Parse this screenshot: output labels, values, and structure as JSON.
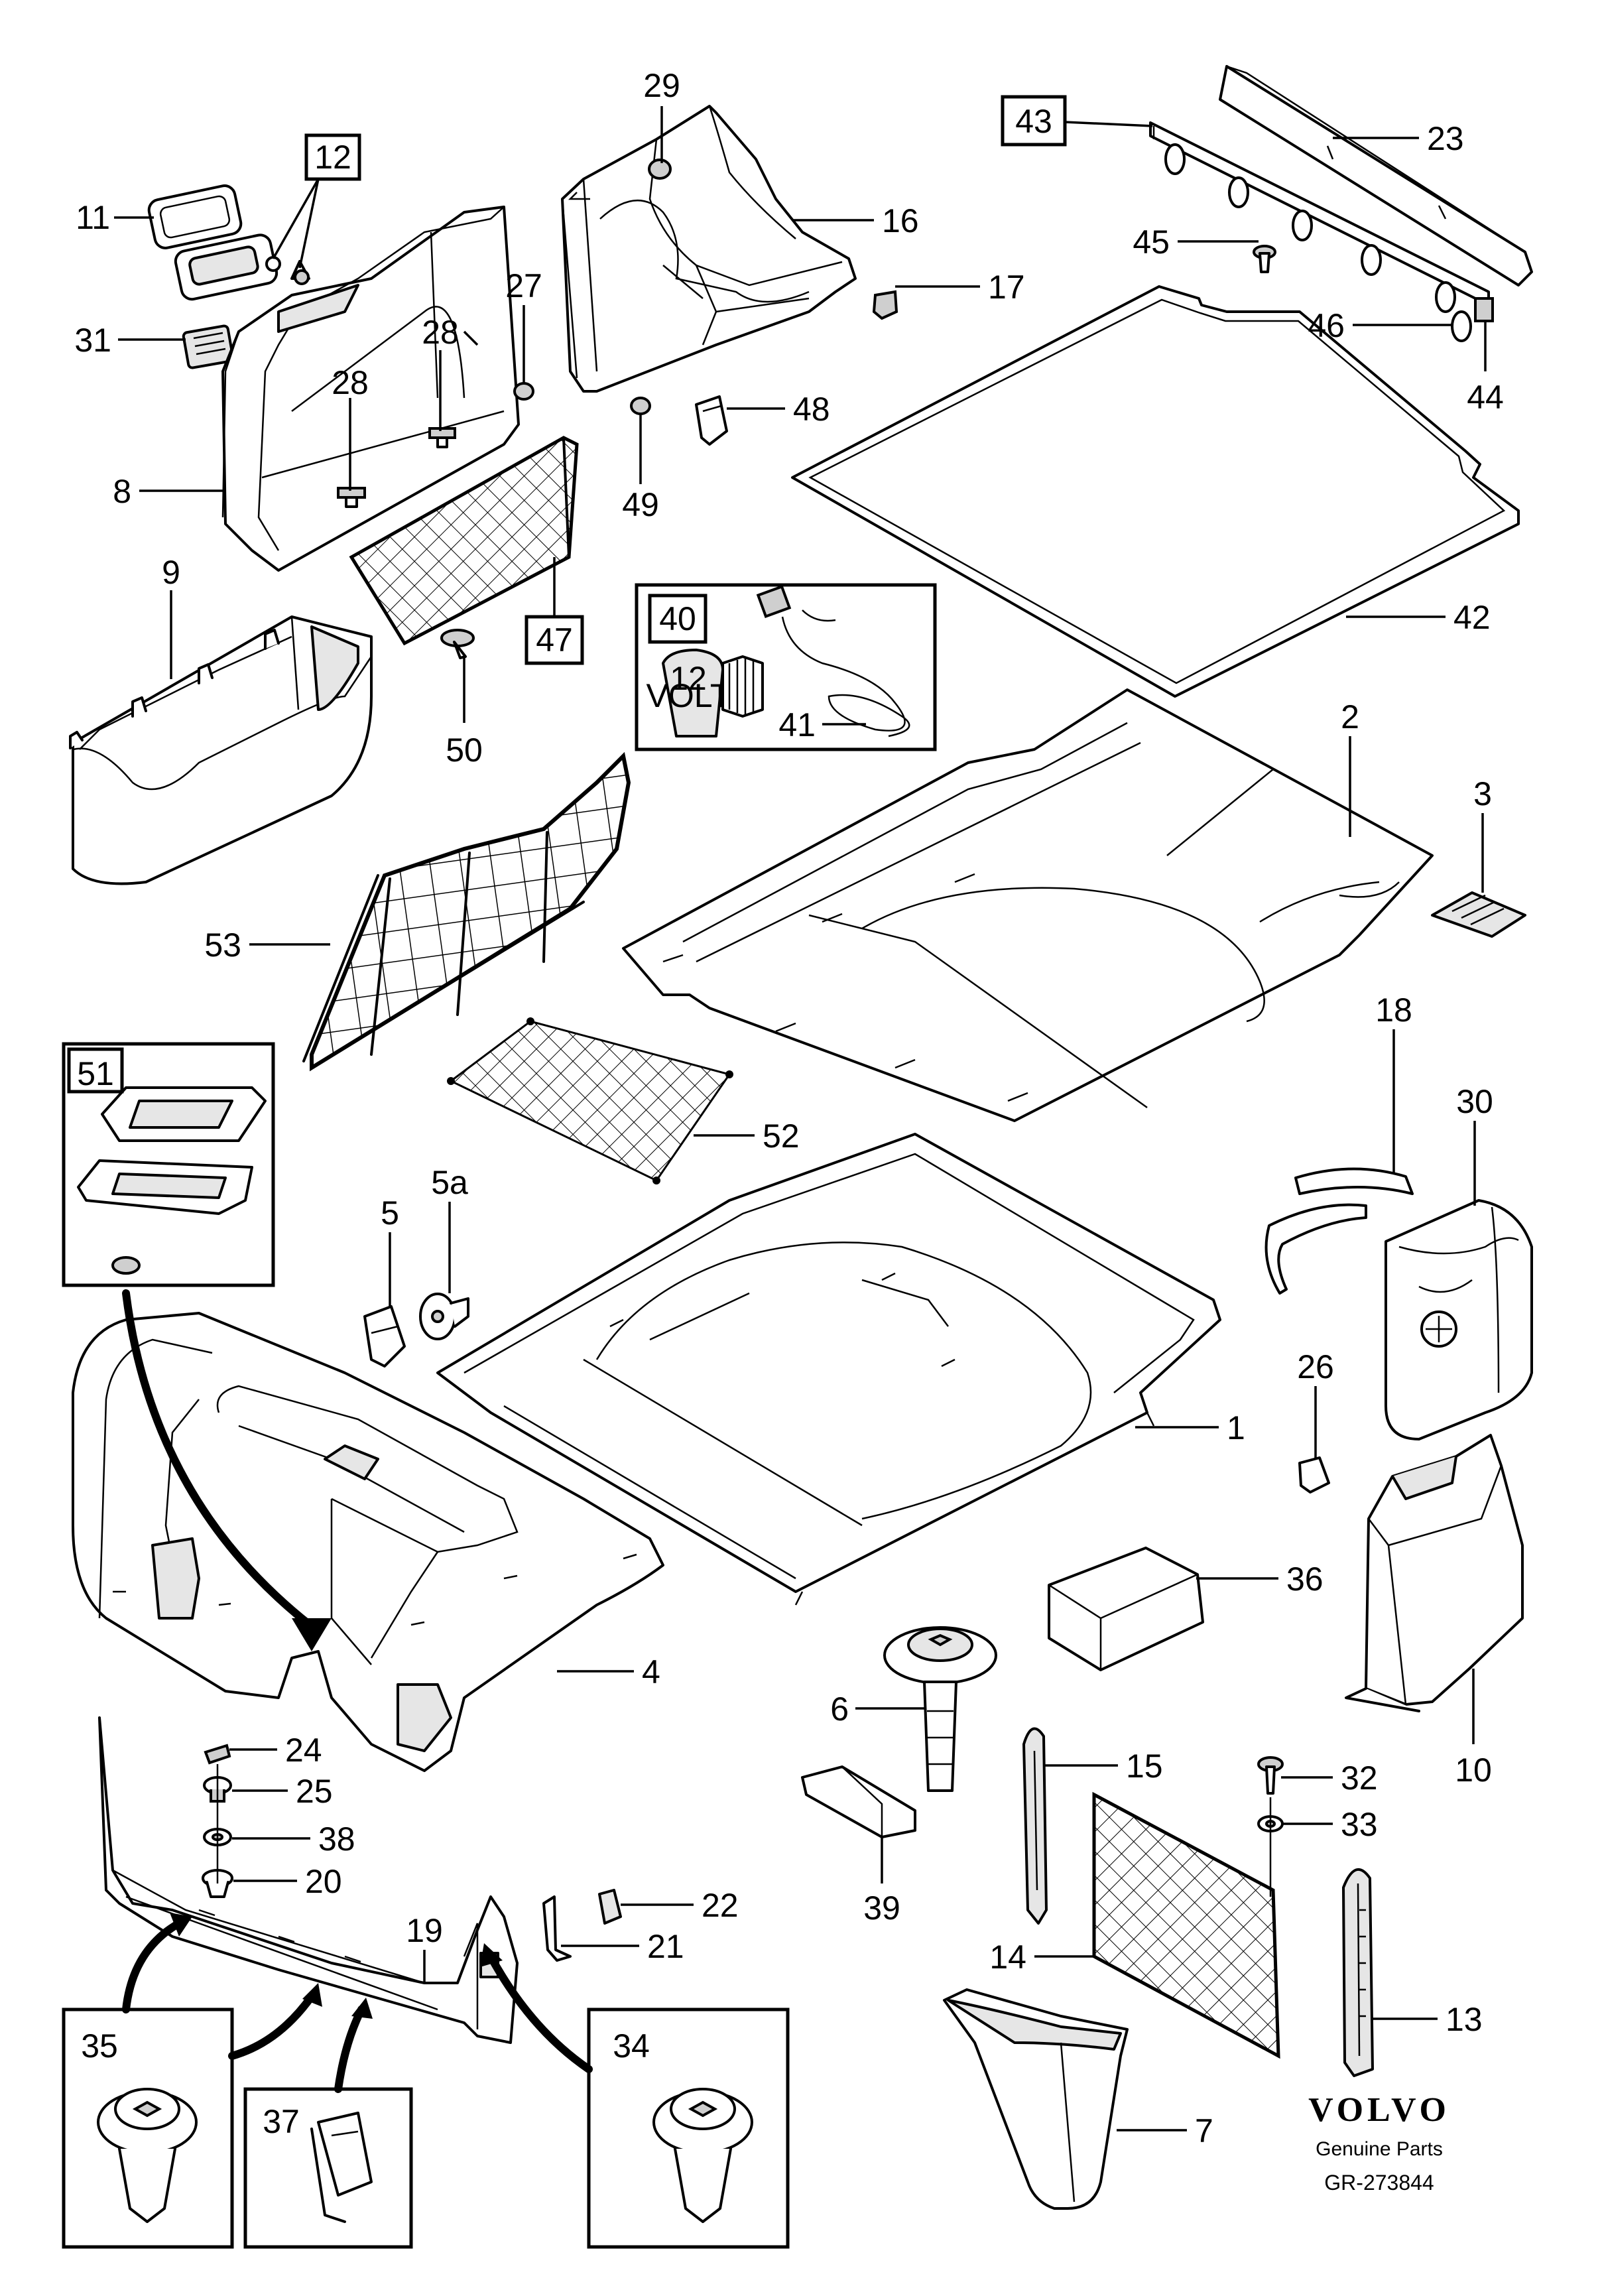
{
  "callouts": {
    "c1": "1",
    "c2": "2",
    "c3": "3",
    "c4": "4",
    "c5": "5",
    "c5a": "5a",
    "c6": "6",
    "c7": "7",
    "c8": "8",
    "c9": "9",
    "c10": "10",
    "c11": "11",
    "c12": "12",
    "c13": "13",
    "c14": "14",
    "c15": "15",
    "c16": "16",
    "c17": "17",
    "c18": "18",
    "c19": "19",
    "c20": "20",
    "c21": "21",
    "c22": "22",
    "c23": "23",
    "c24": "24",
    "c25": "25",
    "c26": "26",
    "c27": "27",
    "c28a": "28",
    "c28b": "28",
    "c29": "29",
    "c30": "30",
    "c31": "31",
    "c32": "32",
    "c33": "33",
    "c34": "34",
    "c35": "35",
    "c36": "36",
    "c37": "37",
    "c38": "38",
    "c39": "39",
    "c40": "40",
    "c41": "41",
    "c42": "42",
    "c43": "43",
    "c44": "44",
    "c45": "45",
    "c46": "46",
    "c47": "47",
    "c48": "48",
    "c49": "49",
    "c50": "50",
    "c51": "51",
    "c52": "52",
    "c53": "53"
  },
  "socket_label_top": "12",
  "socket_label_bottom": "VOLT",
  "brand": {
    "name": "VOLVO",
    "subtitle": "Genuine Parts",
    "reference": "GR-273844"
  }
}
